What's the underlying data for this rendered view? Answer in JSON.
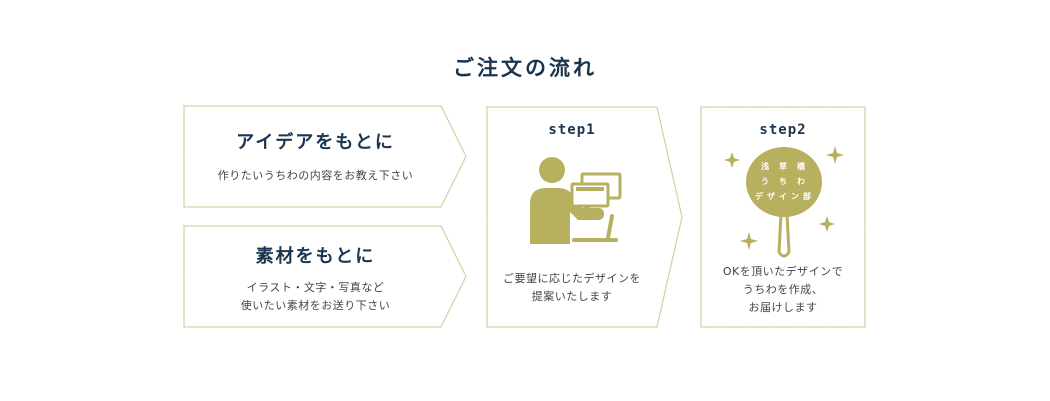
{
  "title": "ご注文の流れ",
  "idea_box": {
    "heading": "アイデアをもとに",
    "text": "作りたいうちわの内容をお教え下さい"
  },
  "material_box": {
    "heading": "素材をもとに",
    "text_line1": "イラスト・文字・写真など",
    "text_line2": "使いたい素材をお送り下さい"
  },
  "step1": {
    "label": "step1",
    "text_line1": "ご要望に応じたデザインを",
    "text_line2": "提案いたします",
    "icon": "person-computer-icon"
  },
  "step2": {
    "label": "step2",
    "text_line1": "OKを頂いたデザインで",
    "text_line2": "うちわを作成、",
    "text_line3": "お届けします",
    "icon": "uchiwa-fan-icon",
    "fan_text": [
      "浅",
      "草",
      "橋",
      "う",
      "ち",
      "わ",
      "デ",
      "ザ",
      "イ",
      "ン",
      "部"
    ]
  },
  "colors": {
    "accent": "#b6b05f",
    "navy": "#1a3550",
    "text": "#444444"
  }
}
